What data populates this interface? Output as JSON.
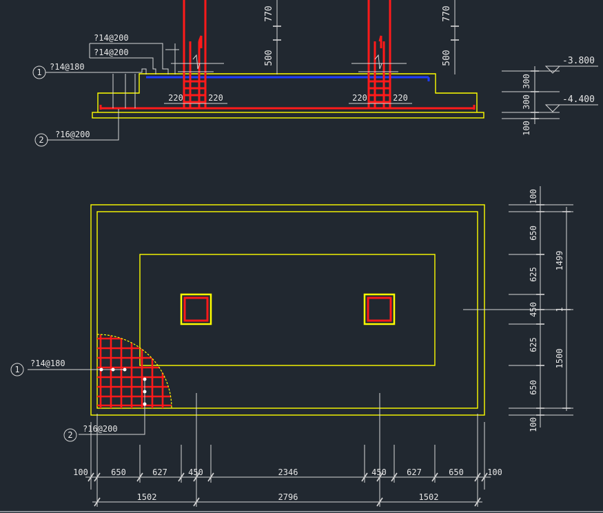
{
  "section": {
    "top_labels": [
      "?14@200",
      "?14@200",
      "?14@180"
    ],
    "bar2_label": "?16@200",
    "marker1": "1",
    "marker2": "2",
    "dim_770": "770",
    "dim_500": "500",
    "dim_220": "220",
    "right_dims": [
      "300",
      "300",
      "100"
    ],
    "elev_top": "-3.800",
    "elev_bottom": "-4.400"
  },
  "plan": {
    "marker1": "1",
    "marker2": "2",
    "bar1_label": "?14@180",
    "bar2_label": "?16@200",
    "right_dims_inner": [
      "100",
      "650",
      "625",
      "450",
      "625",
      "650",
      "100"
    ],
    "right_dims_outer": [
      "1499",
      "1500"
    ],
    "right_center_mark": "1",
    "bottom_dims_row1": [
      "100",
      "650",
      "627",
      "450",
      "2346",
      "450",
      "627",
      "650",
      "100"
    ],
    "bottom_dims_row2": [
      "1502",
      "2796",
      "1502"
    ]
  },
  "colors": {
    "background": "#212830",
    "outline": "#ffff00",
    "rebar": "#ff1a1a",
    "top_bar": "#1e3cff",
    "dimension": "#d8d8d8"
  }
}
